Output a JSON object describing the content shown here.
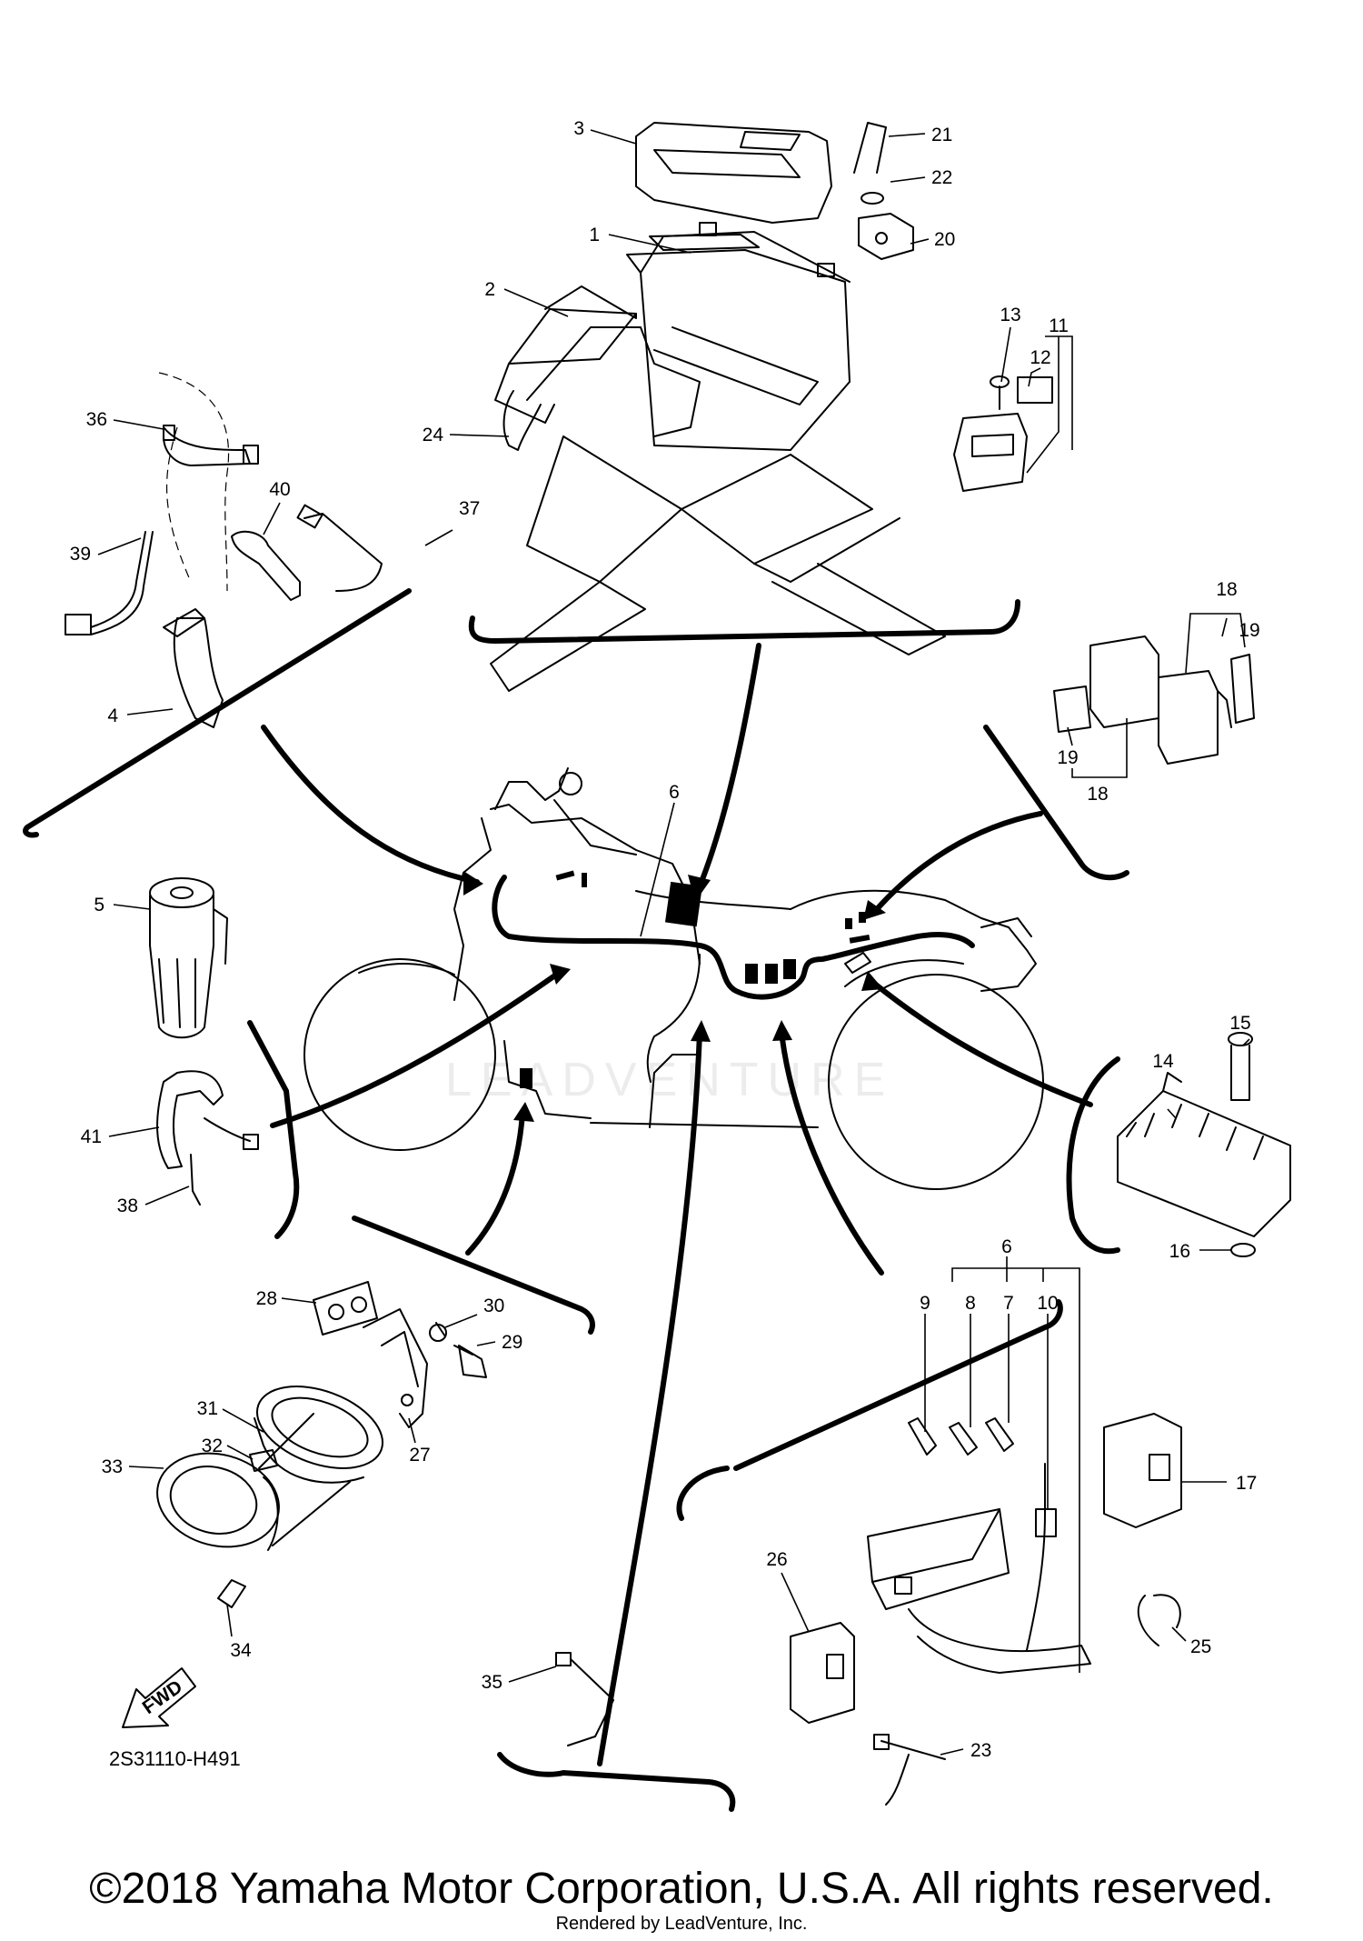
{
  "diagram": {
    "diagram_code": "2S31110-H491",
    "fwd_label": "FWD",
    "watermark": "LEADVENTURE",
    "callouts": [
      {
        "id": "c1",
        "text": "1"
      },
      {
        "id": "c2",
        "text": "2"
      },
      {
        "id": "c3",
        "text": "3"
      },
      {
        "id": "c4",
        "text": "4"
      },
      {
        "id": "c5",
        "text": "5"
      },
      {
        "id": "c6a",
        "text": "6"
      },
      {
        "id": "c6b",
        "text": "6"
      },
      {
        "id": "c7",
        "text": "7"
      },
      {
        "id": "c8",
        "text": "8"
      },
      {
        "id": "c9",
        "text": "9"
      },
      {
        "id": "c10",
        "text": "10"
      },
      {
        "id": "c11",
        "text": "11"
      },
      {
        "id": "c12",
        "text": "12"
      },
      {
        "id": "c13",
        "text": "13"
      },
      {
        "id": "c14",
        "text": "14"
      },
      {
        "id": "c15",
        "text": "15"
      },
      {
        "id": "c16",
        "text": "16"
      },
      {
        "id": "c17",
        "text": "17"
      },
      {
        "id": "c18a",
        "text": "18"
      },
      {
        "id": "c18b",
        "text": "18"
      },
      {
        "id": "c19a",
        "text": "19"
      },
      {
        "id": "c19b",
        "text": "19"
      },
      {
        "id": "c20",
        "text": "20"
      },
      {
        "id": "c21",
        "text": "21"
      },
      {
        "id": "c22",
        "text": "22"
      },
      {
        "id": "c23",
        "text": "23"
      },
      {
        "id": "c24",
        "text": "24"
      },
      {
        "id": "c25",
        "text": "25"
      },
      {
        "id": "c26",
        "text": "26"
      },
      {
        "id": "c27",
        "text": "27"
      },
      {
        "id": "c28",
        "text": "28"
      },
      {
        "id": "c29",
        "text": "29"
      },
      {
        "id": "c30",
        "text": "30"
      },
      {
        "id": "c31",
        "text": "31"
      },
      {
        "id": "c32",
        "text": "32"
      },
      {
        "id": "c33",
        "text": "33"
      },
      {
        "id": "c34",
        "text": "34"
      },
      {
        "id": "c35",
        "text": "35"
      },
      {
        "id": "c36",
        "text": "36"
      },
      {
        "id": "c37",
        "text": "37"
      },
      {
        "id": "c38",
        "text": "38"
      },
      {
        "id": "c39",
        "text": "39"
      },
      {
        "id": "c40",
        "text": "40"
      },
      {
        "id": "c41",
        "text": "41"
      }
    ]
  },
  "footer": {
    "copyright": "©2018 Yamaha Motor Corporation, U.S.A. All rights reserved.",
    "rendered_by": "Rendered by LeadVenture, Inc."
  }
}
